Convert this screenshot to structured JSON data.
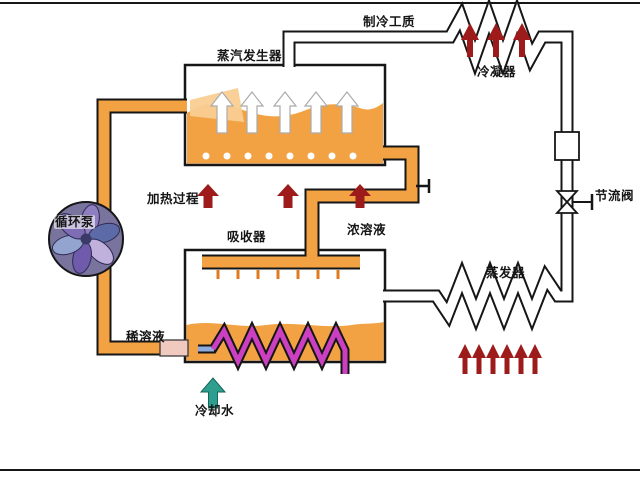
{
  "diagram": {
    "labels": {
      "refrigerant": "制冷工质",
      "steam_generator": "蒸汽发生器",
      "condenser": "冷凝器",
      "throttle_valve": "节流阀",
      "evaporator": "蒸发器",
      "heating_process": "加热过程",
      "absorber": "吸收器",
      "concentrated_solution": "浓溶液",
      "circulation_pump": "循环泵",
      "dilute_solution": "稀溶液",
      "cooling_water": "冷却水"
    },
    "colors": {
      "solution_orange": "#F2A243",
      "spray_light_orange": "#F9CD92",
      "coil_magenta": "#CC3FC0",
      "coil_inlet_blue": "#8FAADC",
      "heat_arrow_red": "#9E1B1B",
      "cooling_water_teal": "#2E9F8F",
      "pump_body_purple": "#79749E",
      "pipe_outline_black": "#161616"
    }
  }
}
